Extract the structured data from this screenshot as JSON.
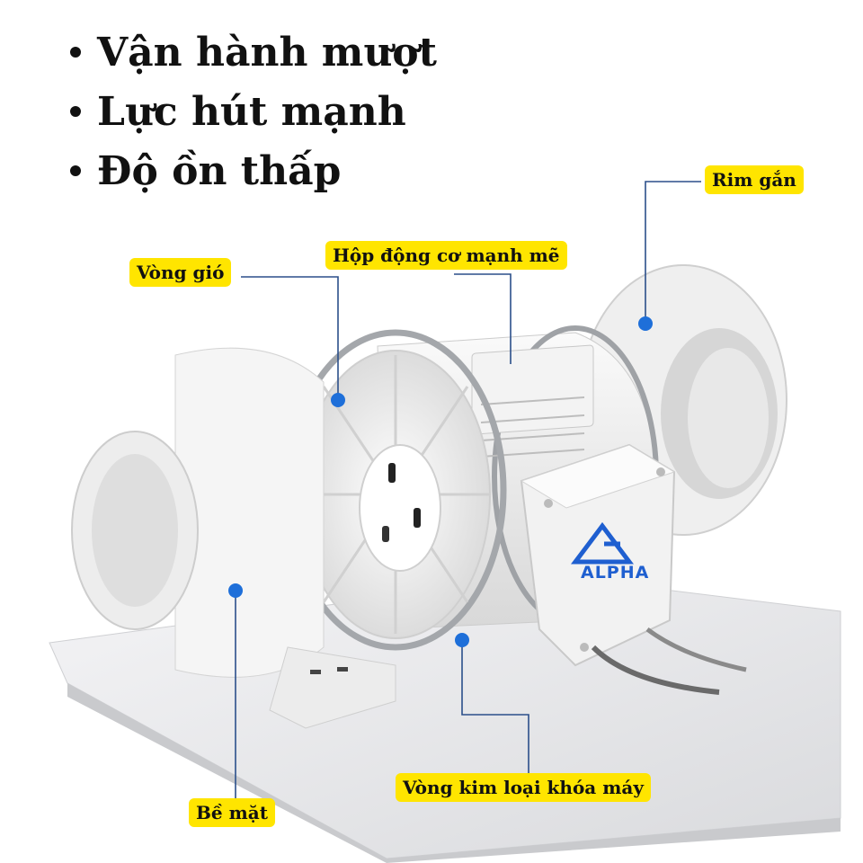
{
  "bullets": [
    {
      "text": "Vận hành mượt"
    },
    {
      "text": "Lực hút mạnh"
    },
    {
      "text": "Độ ồn thấp"
    }
  ],
  "labels": {
    "rim": "Rim gắn",
    "motor_box": "Hộp động cơ mạnh mẽ",
    "air_ring": "Vòng gió",
    "surface": "Bề mặt",
    "metal_ring": "Vòng kim loại khóa máy"
  },
  "logo": {
    "text": "ALPHA"
  },
  "colors": {
    "label_bg": "#ffe500",
    "pointer": "#1e6fd9",
    "brand": "#1f5fd0"
  }
}
